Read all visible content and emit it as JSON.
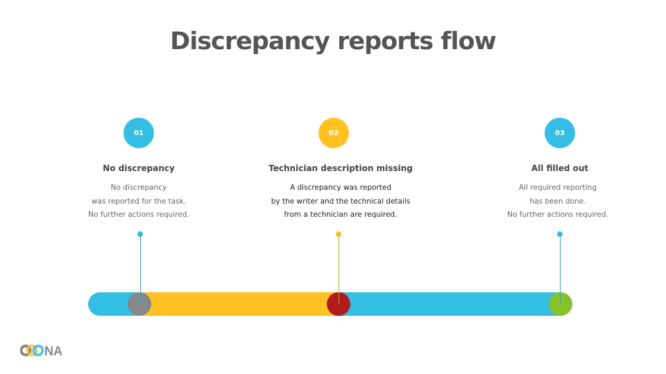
{
  "title": "Discrepancy reports flow",
  "colors": {
    "blue": "#35bee4",
    "yellow": "#ffc222",
    "grey": "#86888b",
    "red": "#b01c1c",
    "green": "#86c22c"
  },
  "steps": [
    {
      "number": "01",
      "heading": "No discrepancy",
      "lines": [
        "No discrepancy",
        "was reported for the task.",
        "No further actions required."
      ]
    },
    {
      "number": "02",
      "heading": "Technician description missing",
      "lines": [
        "A discrepancy was reported",
        "by the writer and the technical details",
        "from a technician are required."
      ]
    },
    {
      "number": "03",
      "heading": "All filled out",
      "lines": [
        "All required reporting",
        "has been done.",
        "No further actions required."
      ]
    }
  ],
  "logo": "OONA"
}
